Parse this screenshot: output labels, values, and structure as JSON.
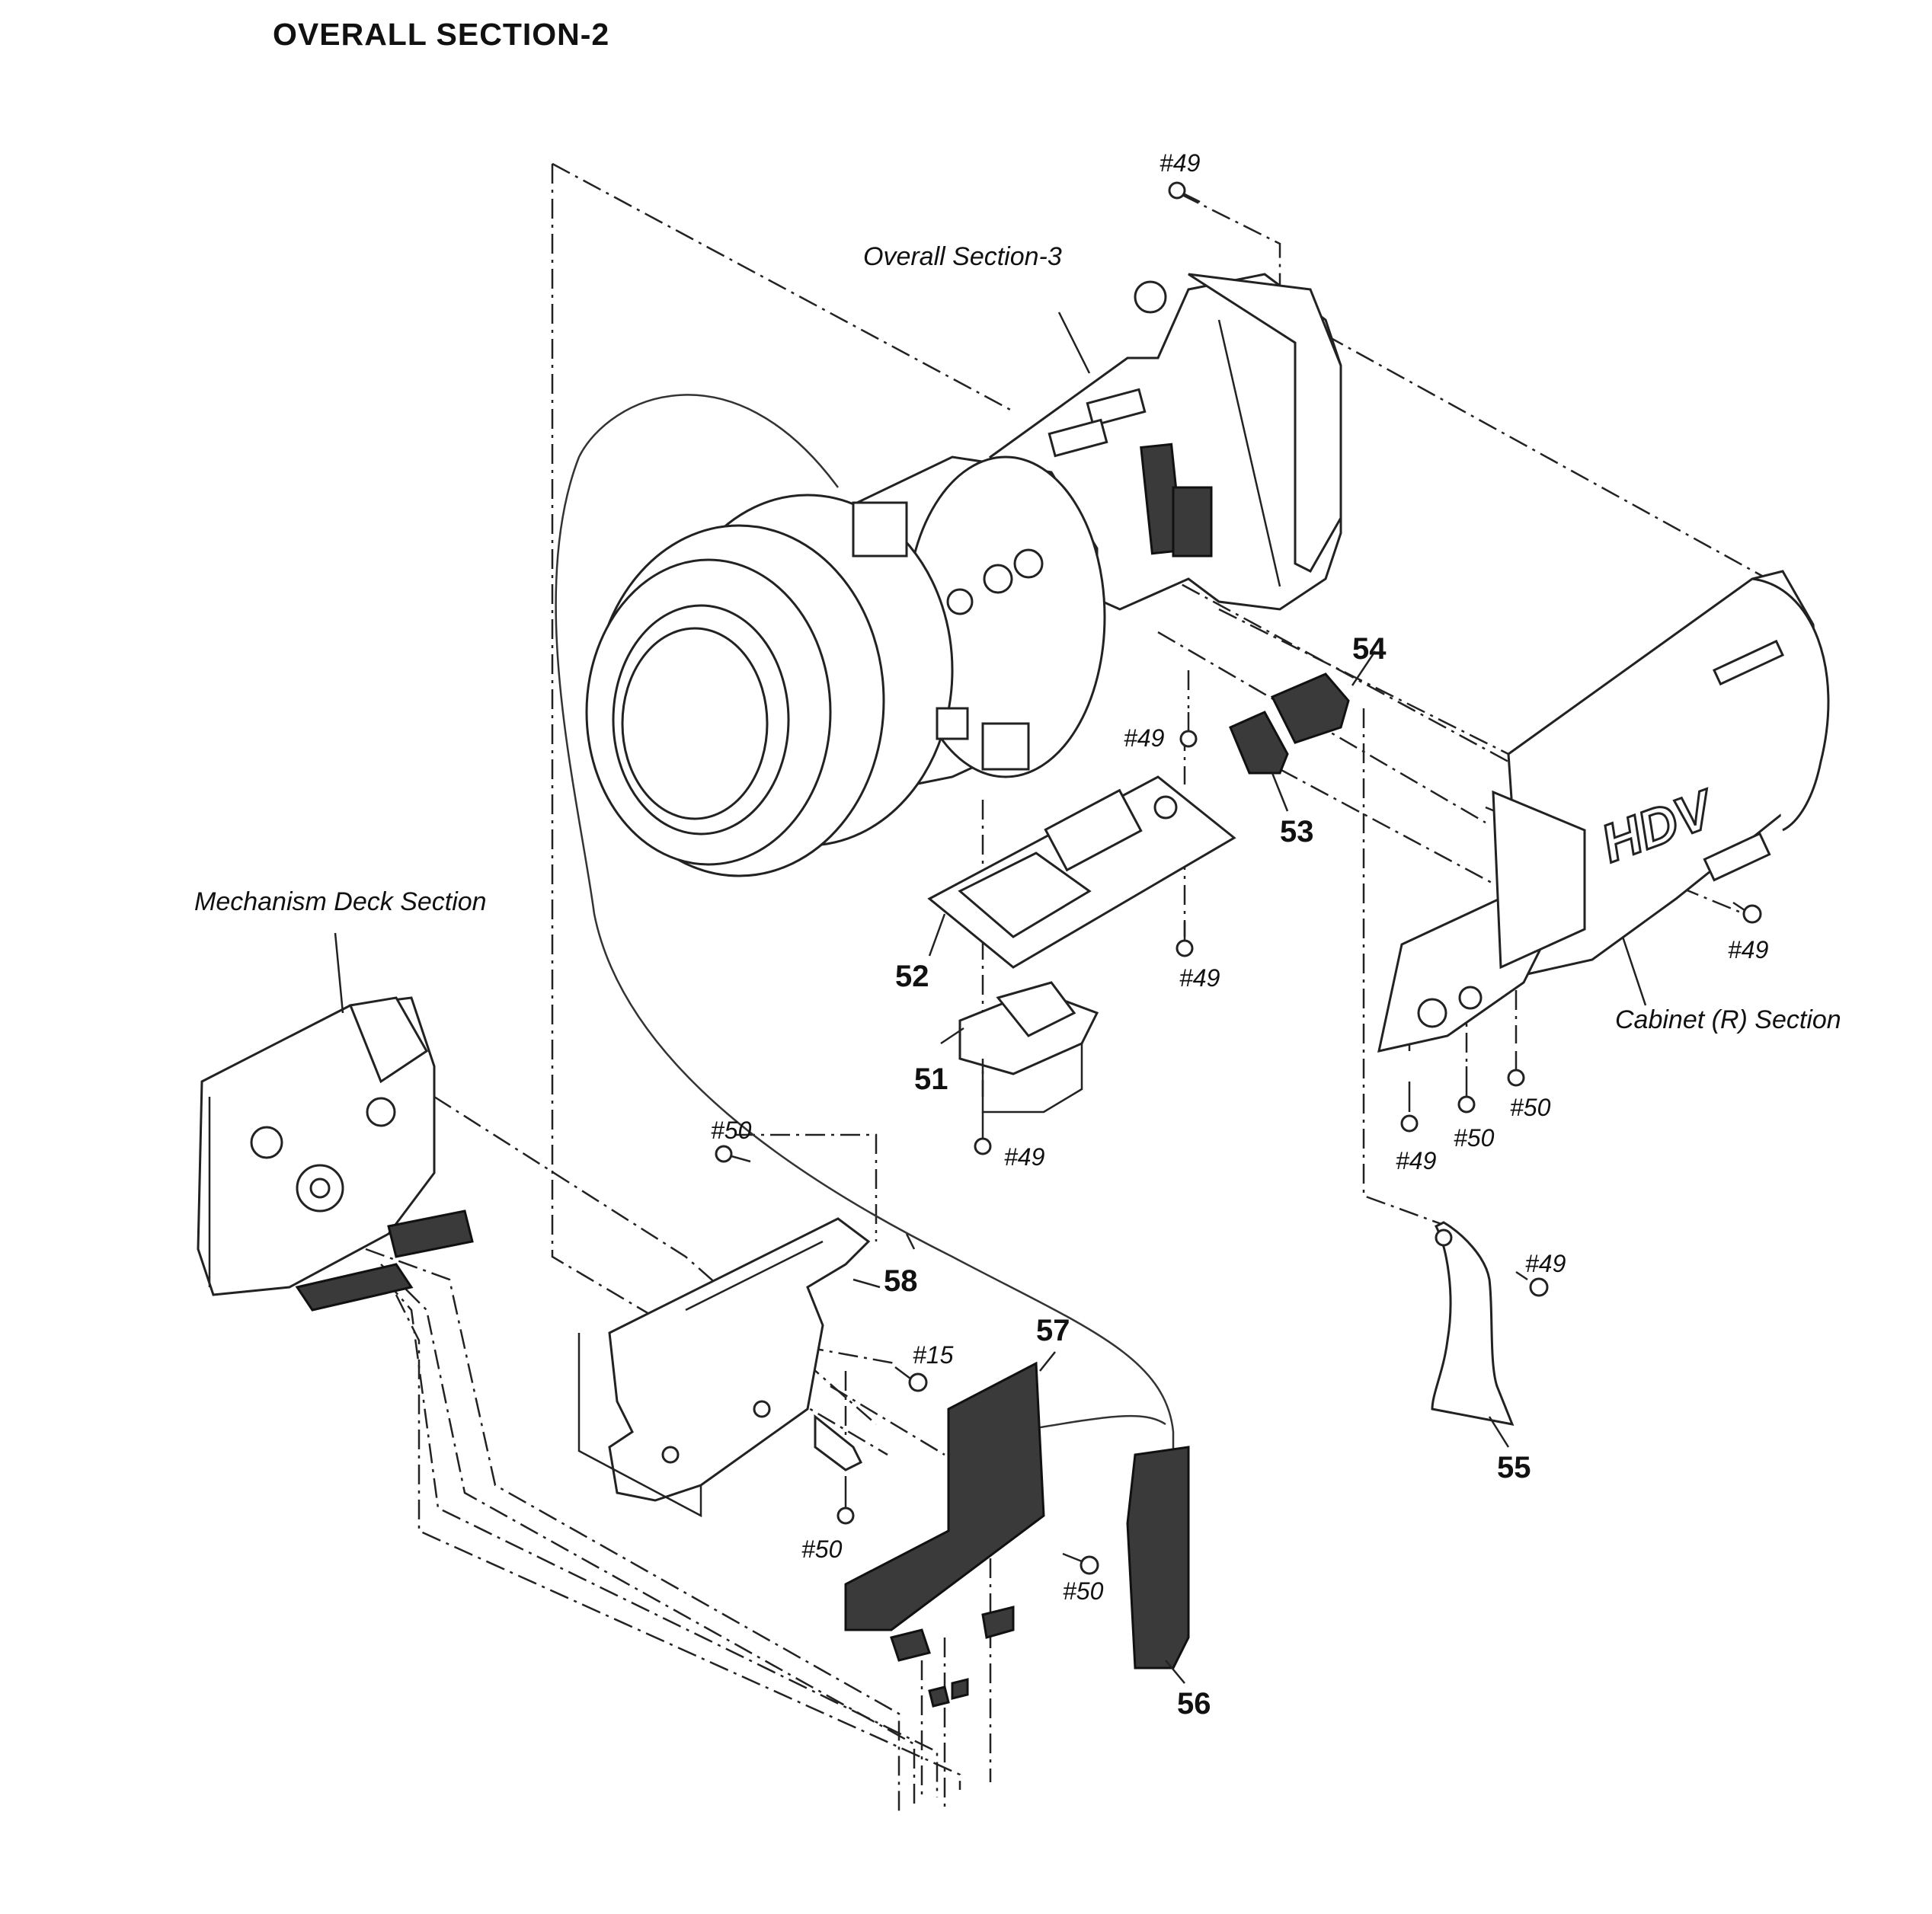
{
  "title": "OVERALL  SECTION-2",
  "sections": {
    "overall_section_3": "Overall Section-3",
    "mechanism_deck_section": "Mechanism Deck Section",
    "cabinet_r_section": "Cabinet (R) Section"
  },
  "parts": [
    "51",
    "52",
    "53",
    "54",
    "55",
    "56",
    "57",
    "58"
  ],
  "screws": {
    "s49": "#49",
    "s50": "#50",
    "s15": "#15"
  },
  "logo_text": "HDV"
}
